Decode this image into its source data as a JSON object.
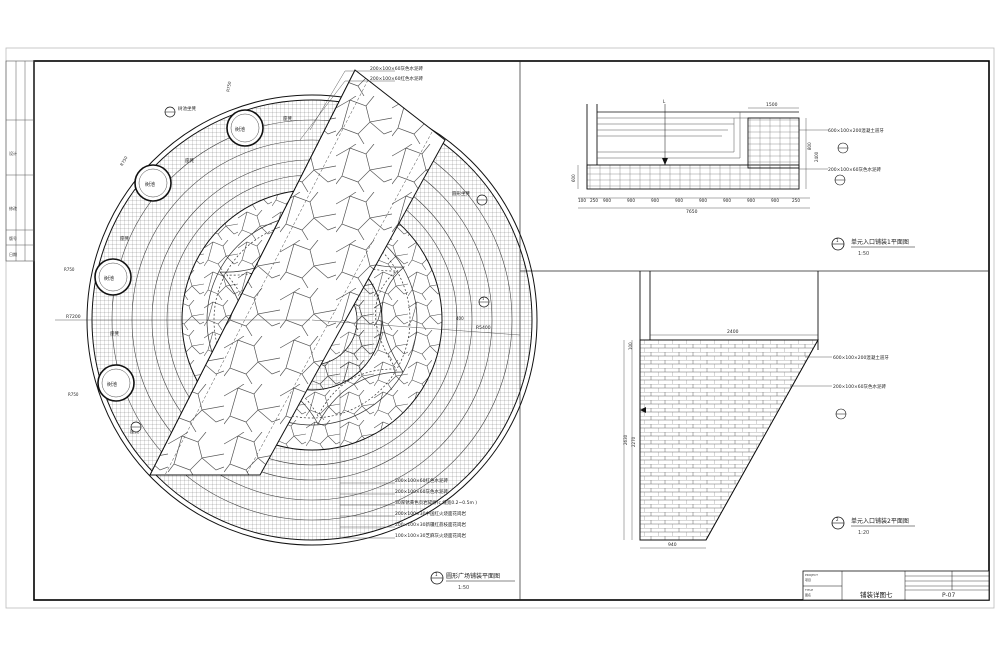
{
  "drawing": {
    "main_plan": {
      "title": "圆形广场铺装平面图",
      "scale": "1:50",
      "index_mark": "1",
      "callouts_top": [
        "200×100×60灰色水泥砖",
        "200×100×60红色水泥砖"
      ],
      "callouts_bottom": [
        "200×100×60红色水泥砖",
        "200×100×60灰色水泥砖",
        "30厚锈黄色页岩碎拼(c 缝宽0.2~0.5m )",
        "200×100×30中国红火烧面花岗岩",
        "200×100×30新疆红荔枝面花岗岩",
        "100×100×30芝麻灰火烧面花岗岩"
      ],
      "tree_labels": [
        "树池",
        "树池",
        "树池",
        "树池"
      ],
      "tree_radius_tags": [
        "R750",
        "R750",
        "R750",
        "R750"
      ],
      "radius_labels": [
        "R7200",
        "R5400"
      ],
      "side_labels": [
        "座凳",
        "座凳",
        "座凳",
        "座凳",
        "座凳"
      ],
      "tree_note": "树池坐凳",
      "detail_note": "圆形坐凳",
      "dim_400": "400"
    },
    "section1": {
      "title": "单元入口铺装1平面图",
      "scale": "1:50",
      "index_mark": "1",
      "top_dim": "1500",
      "callouts": [
        "600×100×200混凝土道牙",
        "200×100×60灰色水泥砖"
      ],
      "height_dims": [
        "800",
        "2400"
      ],
      "left_dim": "600",
      "bottom_dims": [
        "100",
        "250",
        "900",
        "900",
        "900",
        "900",
        "900",
        "900",
        "900",
        "900",
        "250"
      ],
      "total_dim": "7650"
    },
    "section2": {
      "title": "单元入口铺装2平面图",
      "scale": "1:20",
      "index_mark": "2",
      "top_dim": "2400",
      "callouts": [
        "600×100×200混凝土道牙",
        "200×100×60灰色水泥砖"
      ],
      "left_dims": [
        "100",
        "2270",
        "2630"
      ],
      "bottom_dim": "940"
    },
    "title_block": {
      "sheet_title": "铺装详图七",
      "sheet_no": "P-07",
      "small_rows": [
        "PROJECT",
        "项目",
        "TITLE",
        "图名"
      ]
    },
    "left_strip": {
      "labels": [
        "设计",
        "修改",
        "版号",
        "日期"
      ]
    }
  }
}
